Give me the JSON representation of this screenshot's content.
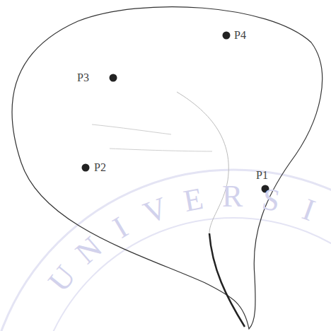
{
  "diagram": {
    "labels": [
      "P4",
      "P3",
      "P2",
      "P1",
      "UNIVERSI"
    ]
  }
}
